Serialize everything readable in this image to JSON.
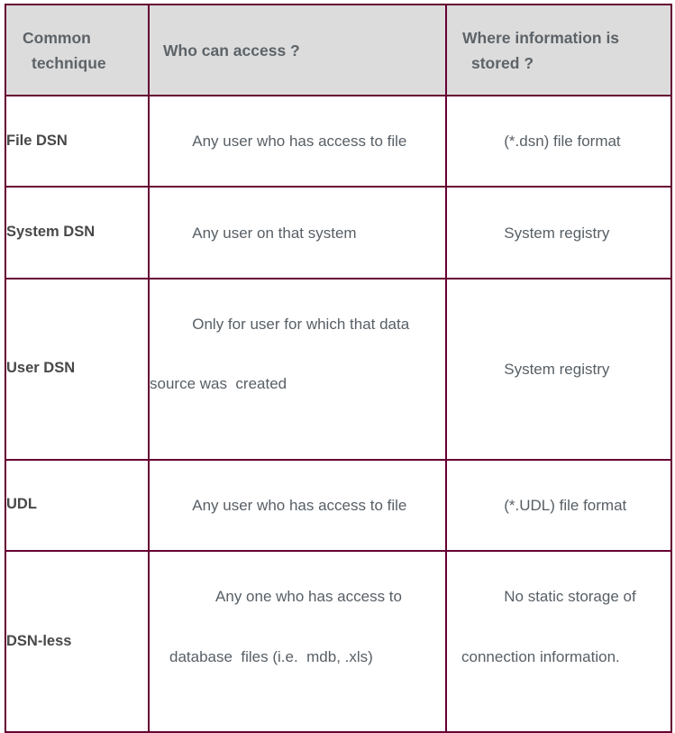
{
  "table": {
    "headers": [
      {
        "line1": "Common",
        "line2": "technique"
      },
      {
        "line1": "Who can access ?",
        "line2": ""
      },
      {
        "line1": "Where information is",
        "line2": "stored ?"
      }
    ],
    "rows": [
      {
        "technique": "File DSN",
        "access_line1": "Any user who has access to file",
        "access_line2": "",
        "storage_line1": "(*.dsn) file format",
        "storage_line2": ""
      },
      {
        "technique": "System DSN",
        "access_line1": "Any user on that system",
        "access_line2": "",
        "storage_line1": "System registry",
        "storage_line2": ""
      },
      {
        "technique": "User DSN",
        "access_line1": "Only for user for which that data",
        "access_line2": "source was  created",
        "storage_line1": "System registry",
        "storage_line2": ""
      },
      {
        "technique": "UDL",
        "access_line1": "Any user who has access to file",
        "access_line2": "",
        "storage_line1": "(*.UDL) file format",
        "storage_line2": ""
      },
      {
        "technique": "DSN-less",
        "access_line1": " Any one who has access to",
        "access_line2": "database  files (i.e.  mdb, .xls)",
        "storage_line1": "No static storage of",
        "storage_line2": "connection information."
      }
    ]
  },
  "colors": {
    "border": "#660033",
    "header_background": "#dcdcdc",
    "header_text": "#5d6368",
    "label_text": "#484848",
    "body_text": "#575f66",
    "page_background": "#ffffff"
  }
}
